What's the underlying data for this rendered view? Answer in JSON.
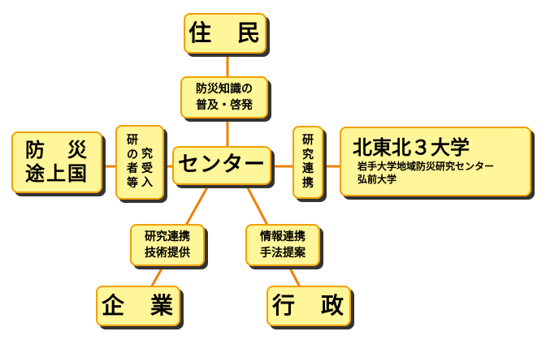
{
  "nodes": {
    "residents": {
      "label": "住　民"
    },
    "knowledge": {
      "lines": [
        "防災知識の",
        "普及・啓発"
      ]
    },
    "center": {
      "label": "センター"
    },
    "research_link": {
      "chars": [
        "研",
        "究",
        "連",
        "携"
      ]
    },
    "univ": {
      "title": "北東北３大学",
      "members": [
        "岩手大学地域防災研究センター",
        "弘前大学"
      ]
    },
    "developing": {
      "lines": [
        "防　災",
        "途上国"
      ]
    },
    "trainee": {
      "col1": [
        "研",
        "の",
        "者",
        "等"
      ],
      "col2": [
        "",
        "究",
        "受",
        "入"
      ]
    },
    "company_link": {
      "lines": [
        "研究連携",
        "技術提供"
      ]
    },
    "gov_link": {
      "lines": [
        "情報連携",
        "手法提案"
      ]
    },
    "company": {
      "label": "企　業"
    },
    "government": {
      "label": "行　政"
    }
  },
  "colors": {
    "fill": "#fff599",
    "border": "#f0a000",
    "line": "#f08000",
    "shadow": "#333333"
  }
}
